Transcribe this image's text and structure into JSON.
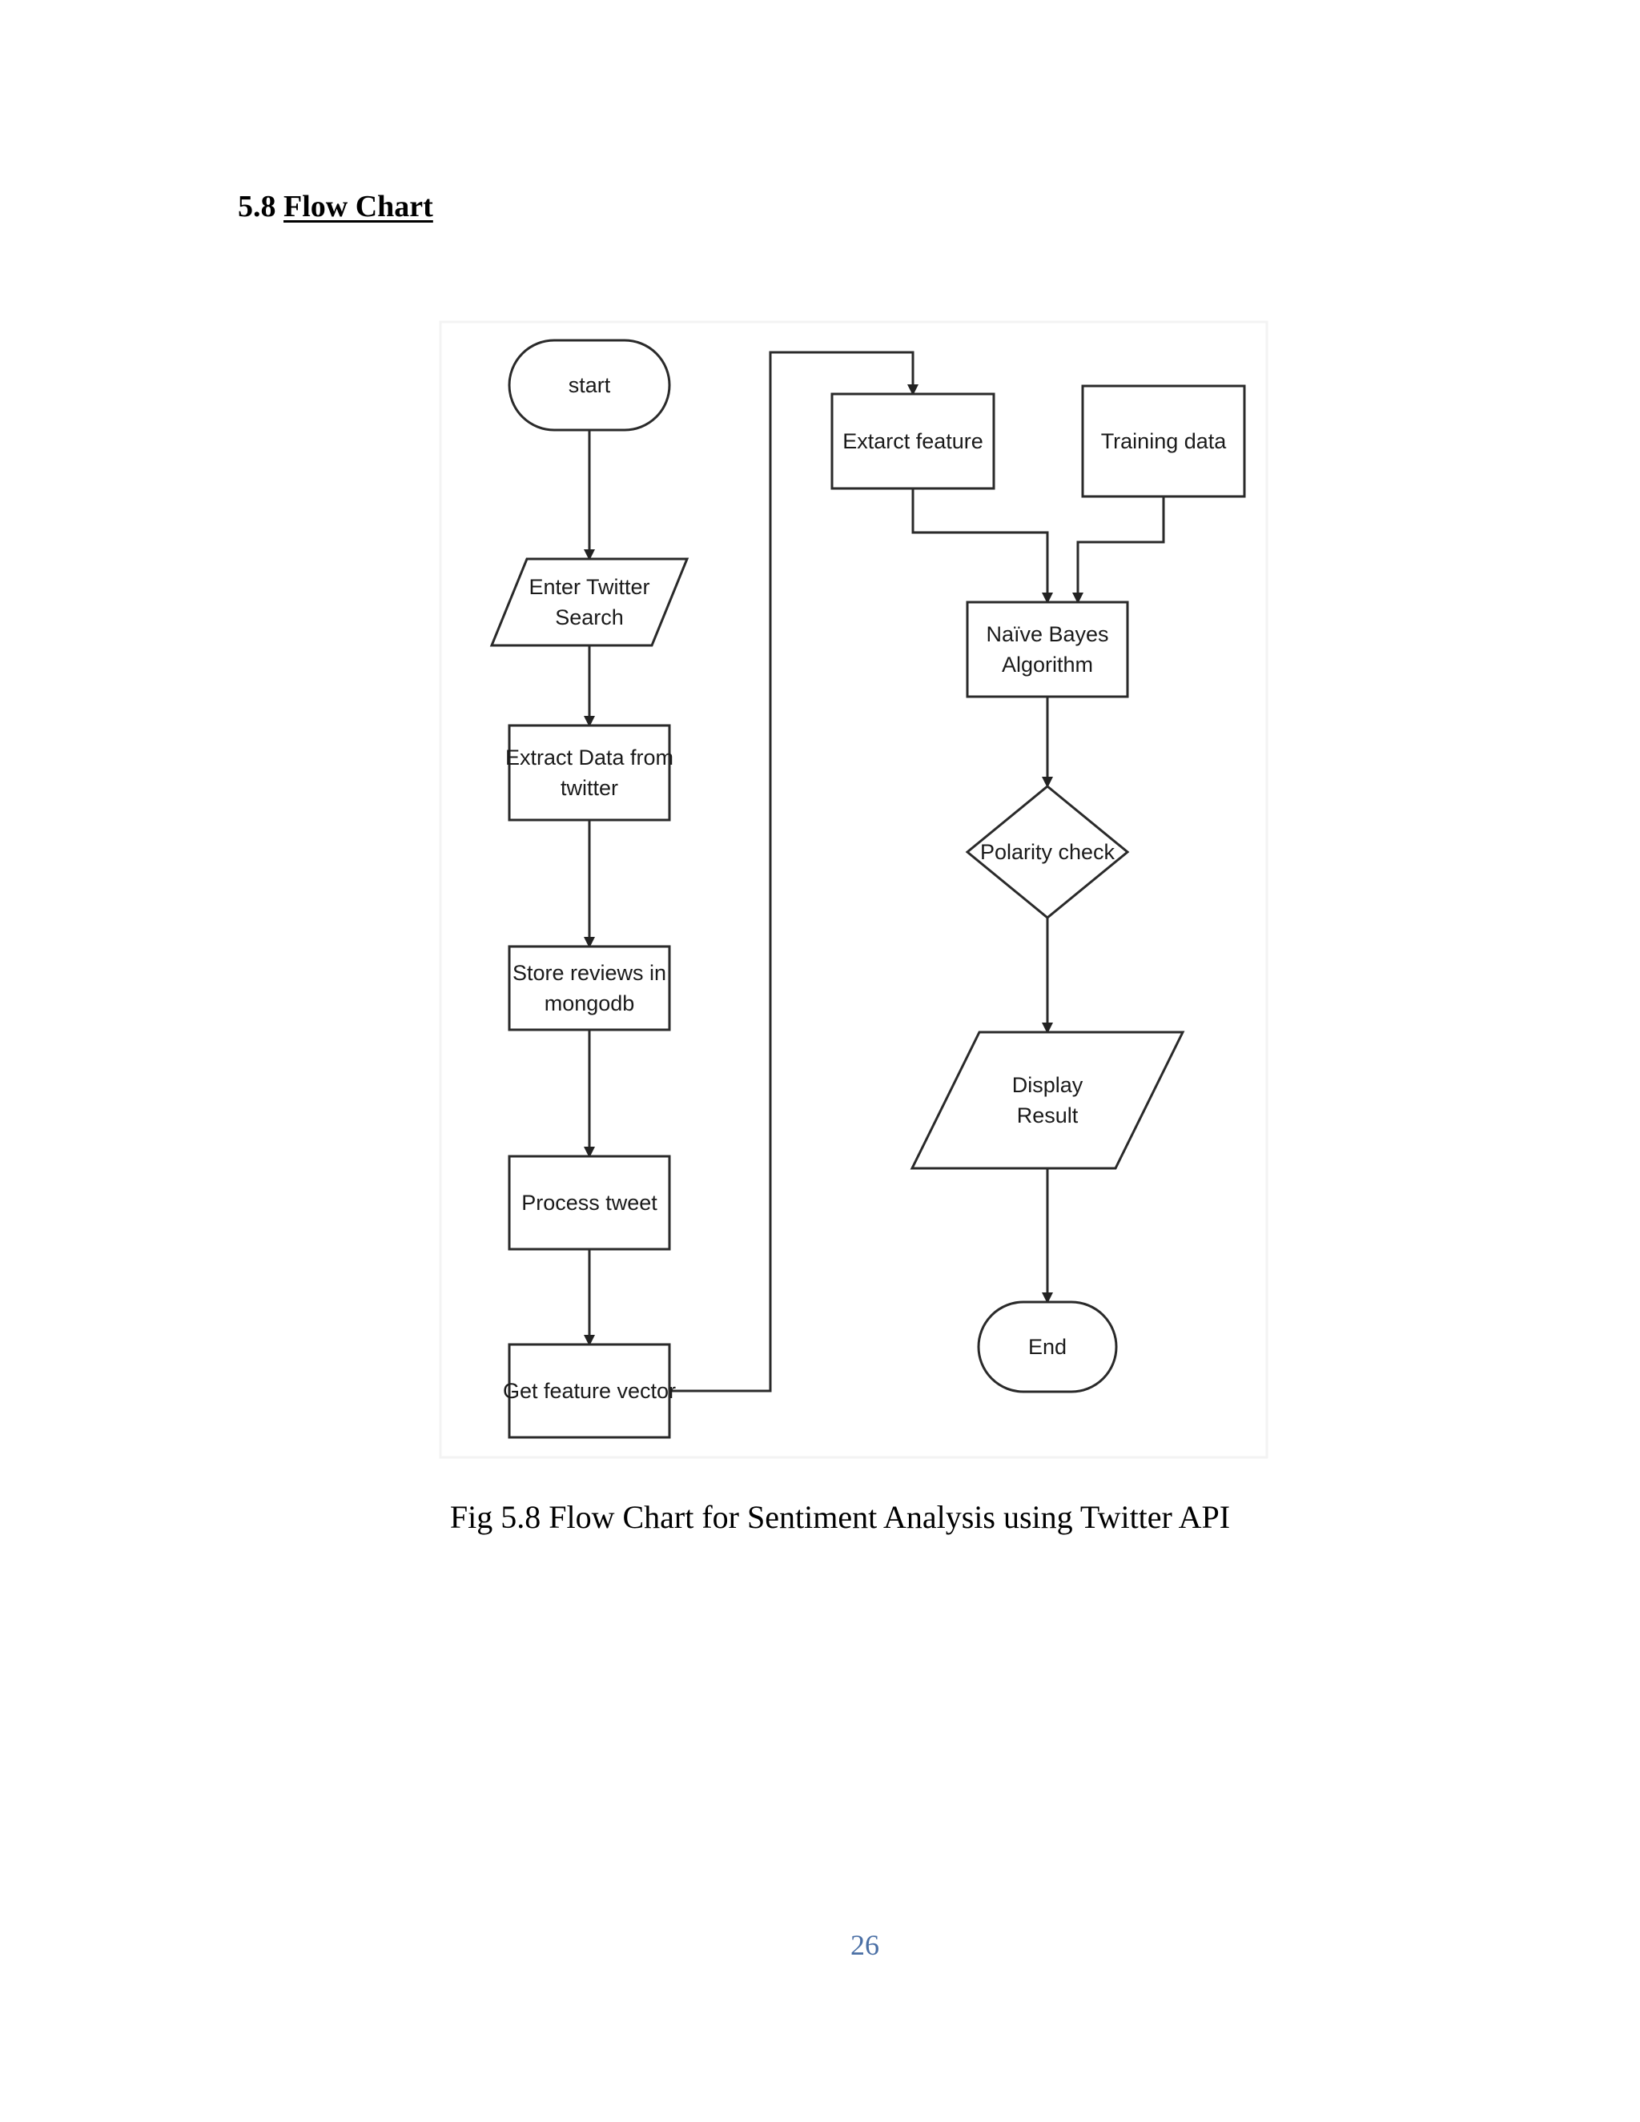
{
  "heading": {
    "number": "5.8",
    "title": "Flow Chart"
  },
  "flowchart": {
    "nodes": {
      "start": {
        "shape": "terminator",
        "lines": [
          "start"
        ]
      },
      "enter_search": {
        "shape": "data",
        "lines": [
          "Enter Twitter",
          "Search"
        ]
      },
      "extract_data": {
        "shape": "process",
        "lines": [
          "Extract Data from",
          "twitter"
        ]
      },
      "store_reviews": {
        "shape": "process",
        "lines": [
          "Store reviews in",
          "mongodb"
        ]
      },
      "process_tweet": {
        "shape": "process",
        "lines": [
          "Process tweet"
        ]
      },
      "feature_vector": {
        "shape": "process",
        "lines": [
          "Get feature vector"
        ]
      },
      "extract_feature": {
        "shape": "process",
        "lines": [
          "Extarct feature"
        ]
      },
      "training_data": {
        "shape": "process",
        "lines": [
          "Training data"
        ]
      },
      "naive_bayes": {
        "shape": "process",
        "lines": [
          "Naïve Bayes",
          "Algorithm"
        ]
      },
      "polarity_check": {
        "shape": "decision",
        "lines": [
          "Polarity check"
        ]
      },
      "display_result": {
        "shape": "data",
        "lines": [
          "Display",
          "Result"
        ]
      },
      "end": {
        "shape": "terminator",
        "lines": [
          "End"
        ]
      }
    },
    "edges": [
      [
        "start",
        "enter_search"
      ],
      [
        "enter_search",
        "extract_data"
      ],
      [
        "extract_data",
        "store_reviews"
      ],
      [
        "store_reviews",
        "process_tweet"
      ],
      [
        "process_tweet",
        "feature_vector"
      ],
      [
        "feature_vector",
        "extract_feature"
      ],
      [
        "extract_feature",
        "naive_bayes"
      ],
      [
        "training_data",
        "naive_bayes"
      ],
      [
        "naive_bayes",
        "polarity_check"
      ],
      [
        "polarity_check",
        "display_result"
      ],
      [
        "display_result",
        "end"
      ]
    ]
  },
  "caption": "Fig 5.8 Flow Chart for Sentiment Analysis using Twitter API",
  "page_number": "26"
}
